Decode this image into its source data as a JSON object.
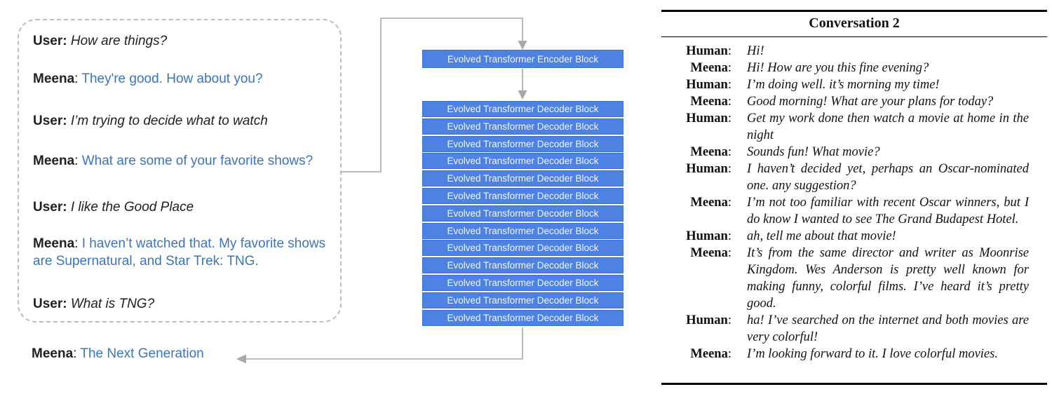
{
  "theme": {
    "block_blue": "#4d81e2",
    "block_border": "#3e70cf",
    "block_text": "#f2f6ff",
    "meena_blue": "#3b74bd",
    "user_black": "#202124",
    "arrow_gray": "#a9a9a9",
    "dash_gray": "#bdbdbd",
    "table_ink": "#111111"
  },
  "dialog": {
    "turns": [
      {
        "speaker": "User",
        "text": "How are things?"
      },
      {
        "speaker": "Meena",
        "text": "They're good. How about you?"
      },
      {
        "speaker": "User",
        "text": "I’m trying to decide what to watch"
      },
      {
        "speaker": "Meena",
        "text": "What are some of your favorite shows?"
      },
      {
        "speaker": "User",
        "text": "I like the Good Place"
      },
      {
        "speaker": "Meena",
        "text": "I haven’t watched that. My favorite shows are Supernatural, and Star Trek: TNG."
      },
      {
        "speaker": "User",
        "text": "What is TNG?"
      }
    ],
    "final_turn": {
      "speaker": "Meena",
      "text": "The Next Generation"
    }
  },
  "diagram": {
    "encoder_label": "Evolved Transformer Encoder Block",
    "decoder_label": "Evolved Transformer Decoder Block",
    "decoder_count": 13
  },
  "table": {
    "title": "Conversation 2",
    "rows": [
      {
        "speaker": "Human",
        "text": "Hi!"
      },
      {
        "speaker": "Meena",
        "text": "Hi! How are you this fine evening?"
      },
      {
        "speaker": "Human",
        "text": "I’m doing well. it’s morning my time!"
      },
      {
        "speaker": "Meena",
        "text": "Good morning! What are your plans for today?"
      },
      {
        "speaker": "Human",
        "text": "Get my work done then watch a movie at home in the night"
      },
      {
        "speaker": "Meena",
        "text": "Sounds fun! What movie?"
      },
      {
        "speaker": "Human",
        "text": "I haven’t decided yet, perhaps an Oscar-nominated one. any suggestion?"
      },
      {
        "speaker": "Meena",
        "text": "I’m not too familiar with recent Oscar winners, but I do know I wanted to see The Grand Budapest Hotel."
      },
      {
        "speaker": "Human",
        "text": "ah, tell me about that movie!"
      },
      {
        "speaker": "Meena",
        "text": "It’s from the same director and writer as Moonrise Kingdom.  Wes Anderson is pretty well known for making funny, colorful films.  I’ve heard it’s pretty good."
      },
      {
        "speaker": "Human",
        "text": "ha!  I’ve searched on the internet and both movies are very colorful!"
      },
      {
        "speaker": "Meena",
        "text": "I’m looking forward to it. I love colorful movies."
      }
    ]
  }
}
